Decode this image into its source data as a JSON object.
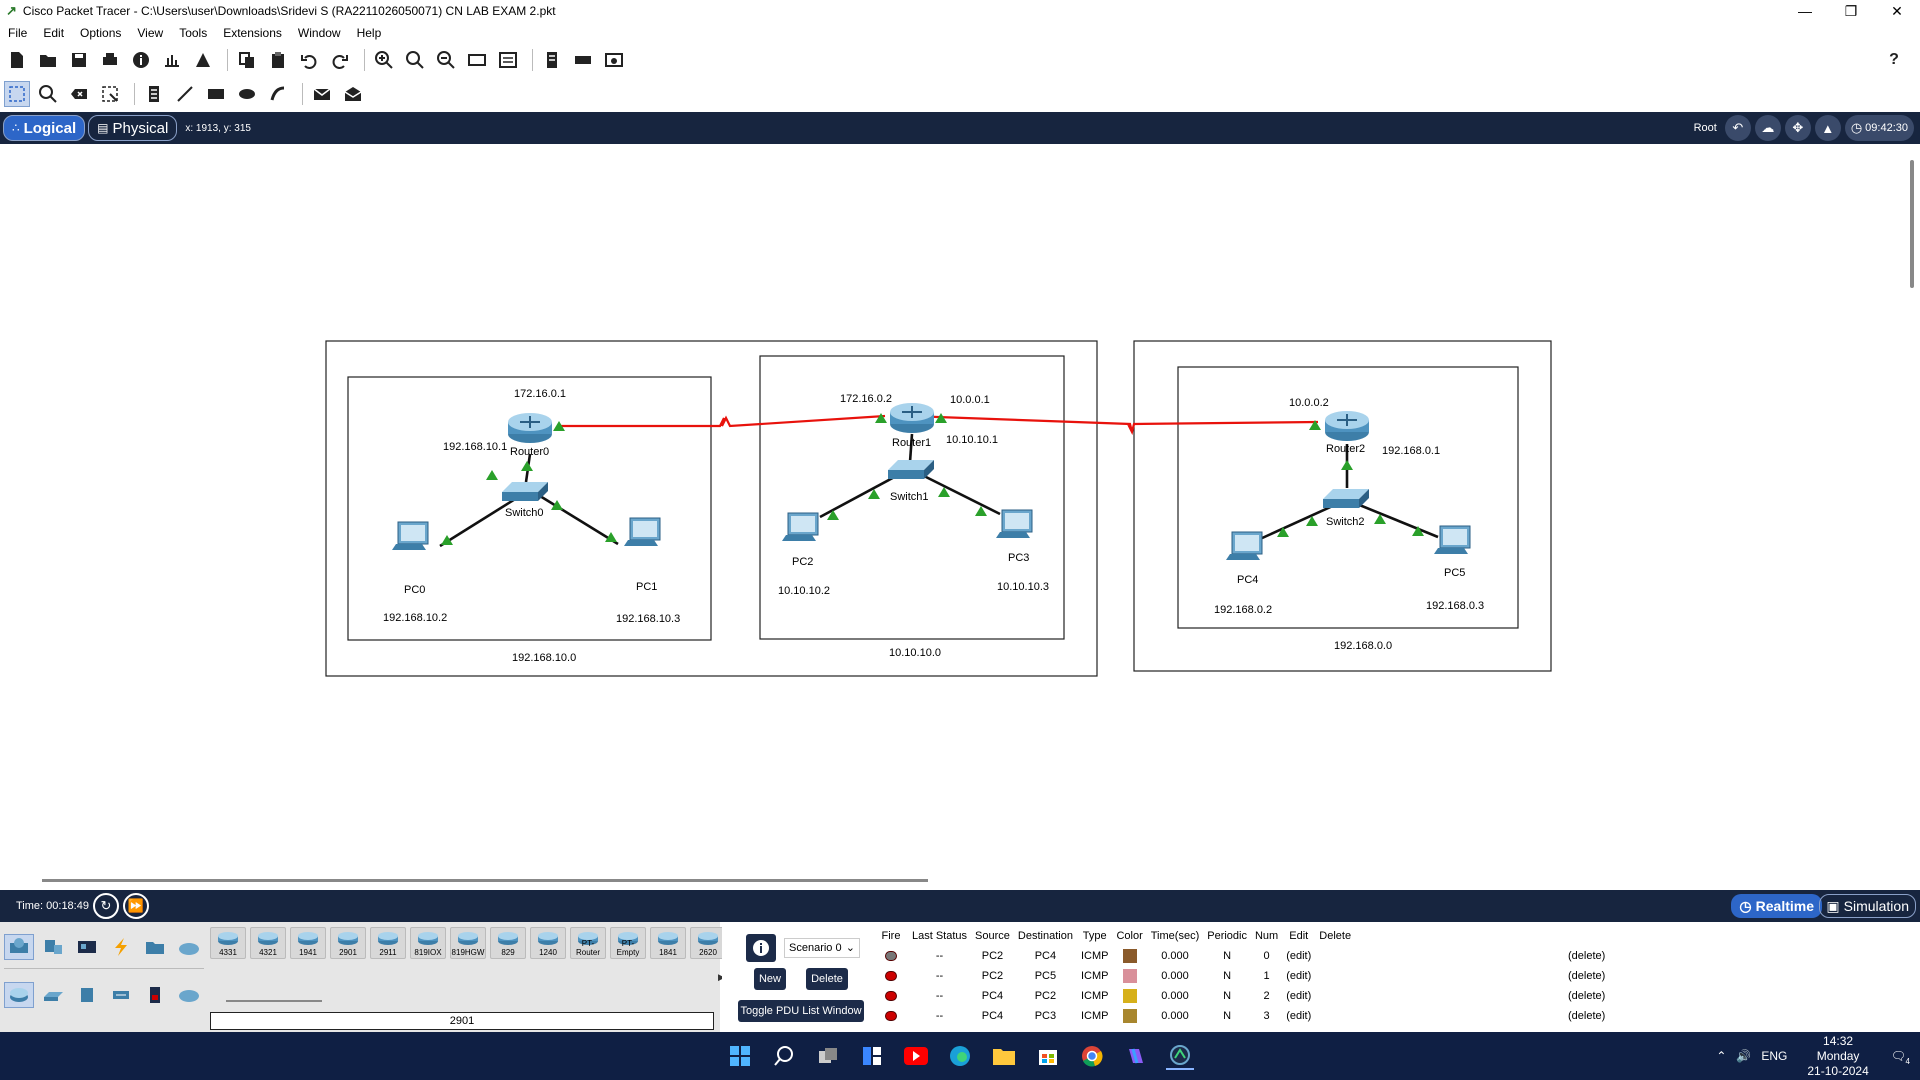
{
  "window": {
    "title": "Cisco Packet Tracer - C:\\Users\\user\\Downloads\\Sridevi S (RA2211026050071) CN LAB EXAM 2.pkt"
  },
  "menu": [
    "File",
    "Edit",
    "Options",
    "View",
    "Tools",
    "Extensions",
    "Window",
    "Help"
  ],
  "modebar": {
    "logical": "Logical",
    "physical": "Physical",
    "coords": "x: 1913, y: 315",
    "root": "Root",
    "clock": "09:42:30"
  },
  "topology": {
    "routers": [
      {
        "name": "Router0",
        "ip_top": "172.16.0.1",
        "ip_left": "192.168.10.1"
      },
      {
        "name": "Router1",
        "ip_left": "172.16.0.2",
        "ip_right": "10.0.0.1",
        "ip_lan": "10.10.10.1"
      },
      {
        "name": "Router2",
        "ip_left": "10.0.0.2",
        "ip_lan": "192.168.0.1"
      }
    ],
    "switches": [
      "Switch0",
      "Switch1",
      "Switch2"
    ],
    "pcs": [
      {
        "name": "PC0",
        "ip": "192.168.10.2"
      },
      {
        "name": "PC1",
        "ip": "192.168.10.3"
      },
      {
        "name": "PC2",
        "ip": "10.10.10.2"
      },
      {
        "name": "PC3",
        "ip": "10.10.10.3"
      },
      {
        "name": "PC4",
        "ip": "192.168.0.2"
      },
      {
        "name": "PC5",
        "ip": "192.168.0.3"
      }
    ],
    "networks": [
      "192.168.10.0",
      "10.10.10.0",
      "192.168.0.0"
    ]
  },
  "sim": {
    "time": "Time: 00:18:49",
    "realtime": "Realtime",
    "simulation": "Simulation"
  },
  "devices": {
    "models": [
      "4331",
      "4321",
      "1941",
      "2901",
      "2911",
      "819IOX",
      "819HGW",
      "829",
      "1240",
      "PT-Router",
      "PT-Empty",
      "1841",
      "2620"
    ],
    "selected": "2901"
  },
  "scenario": {
    "select": "Scenario 0",
    "new": "New",
    "delete": "Delete",
    "toggle": "Toggle PDU List Window"
  },
  "pdu": {
    "headers": [
      "Fire",
      "Last Status",
      "Source",
      "Destination",
      "Type",
      "Color",
      "Time(sec)",
      "Periodic",
      "Num",
      "Edit",
      "Delete"
    ],
    "rows": [
      {
        "status": "--",
        "source": "PC2",
        "dest": "PC4",
        "type": "ICMP",
        "color": "#8a5a2a",
        "time": "0.000",
        "periodic": "N",
        "num": "0",
        "edit": "(edit)",
        "delete": "(delete)"
      },
      {
        "status": "--",
        "source": "PC2",
        "dest": "PC5",
        "type": "ICMP",
        "color": "#d9909a",
        "time": "0.000",
        "periodic": "N",
        "num": "1",
        "edit": "(edit)",
        "delete": "(delete)"
      },
      {
        "status": "--",
        "source": "PC4",
        "dest": "PC2",
        "type": "ICMP",
        "color": "#d6b01a",
        "time": "0.000",
        "periodic": "N",
        "num": "2",
        "edit": "(edit)",
        "delete": "(delete)"
      },
      {
        "status": "--",
        "source": "PC4",
        "dest": "PC3",
        "type": "ICMP",
        "color": "#a8862e",
        "time": "0.000",
        "periodic": "N",
        "num": "3",
        "edit": "(edit)",
        "delete": "(delete)"
      }
    ]
  },
  "taskbar": {
    "lang": "ENG",
    "time": "14:32",
    "day": "Monday",
    "date": "21-10-2024",
    "notif": "4"
  },
  "colors": {
    "link_serial": "#e8120c",
    "link_port_up": "#2aa02a",
    "modebar_bg": "#17253f",
    "accent": "#2d66c8"
  }
}
